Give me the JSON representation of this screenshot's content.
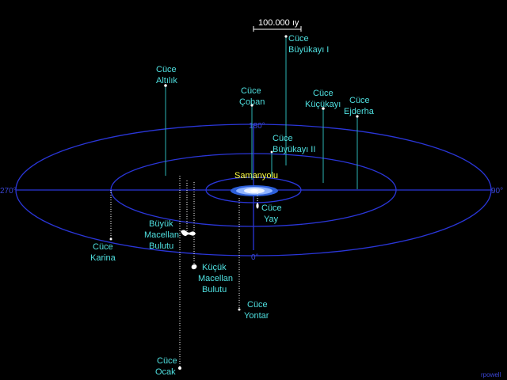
{
  "scale_bar": {
    "label": "100.000 ıy"
  },
  "milky_way": {
    "label": "Samanyolu"
  },
  "degree_labels": {
    "top": "180°",
    "right": "90°",
    "left": "270°",
    "bottom": "0°"
  },
  "galaxies": {
    "buyukkayi_1": {
      "line1": "Cüce",
      "line2": "Büyükayı I"
    },
    "altilik": {
      "line1": "Cüce",
      "line2": "Altılık"
    },
    "coban": {
      "line1": "Cüce",
      "line2": "Çoban"
    },
    "kucukayi": {
      "line1": "Cüce",
      "line2": "Küçükayı"
    },
    "ejderha": {
      "line1": "Cüce",
      "line2": "Ejderha"
    },
    "buyukkayi_2": {
      "line1": "Cüce",
      "line2": "Büyükayı II"
    },
    "yay": {
      "line1": "Cüce",
      "line2": "Yay"
    },
    "karina": {
      "line1": "Cüce",
      "line2": "Karina"
    },
    "buyuk_macellan": {
      "line1": "Büyük",
      "line2": "Macellan",
      "line3": "Bulutu"
    },
    "kucuk_macellan": {
      "line1": "Küçük",
      "line2": "Macellan",
      "line3": "Bulutu"
    },
    "yontar": {
      "line1": "Cüce",
      "line2": "Yontar"
    },
    "ocak": {
      "line1": "Cüce",
      "line2": "Ocak"
    }
  },
  "credit": "rpowell",
  "colors": {
    "orbit": "#2a36d8",
    "label": "#4fe0e0",
    "milky_way": "#ffff40",
    "background": "#000000"
  }
}
